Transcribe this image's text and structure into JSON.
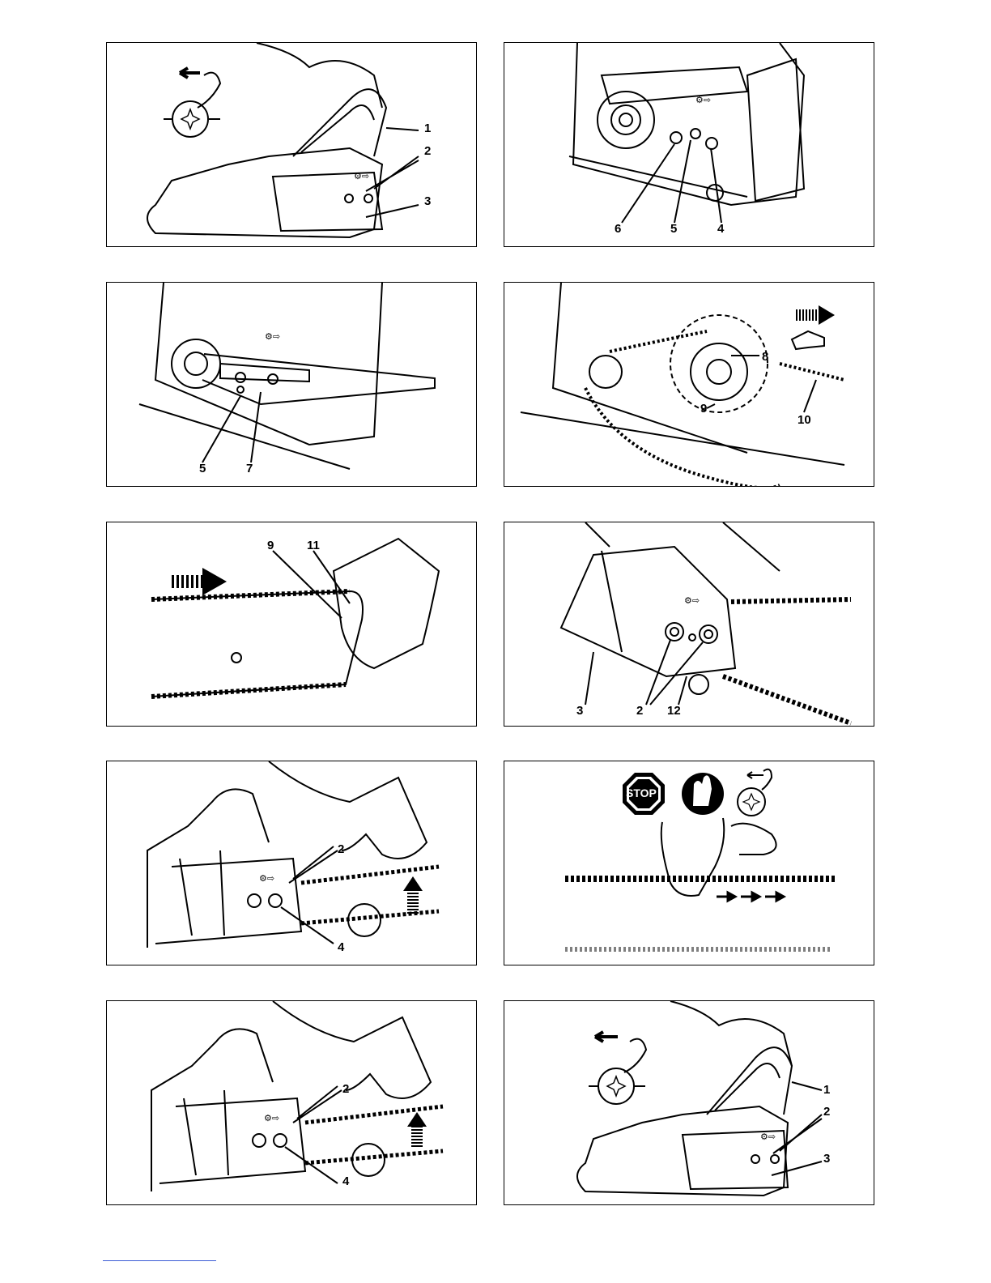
{
  "panels": [
    {
      "id": "p1",
      "callouts": [
        "1",
        "2",
        "3"
      ],
      "label_symbol": "⚙⇨"
    },
    {
      "id": "p2",
      "callouts": [
        "6",
        "5",
        "4"
      ],
      "label_symbol": "⚙⇨"
    },
    {
      "id": "p3",
      "callouts": [
        "5",
        "7"
      ],
      "label_symbol": "⚙⇨"
    },
    {
      "id": "p4",
      "callouts": [
        "8",
        "9",
        "10"
      ]
    },
    {
      "id": "p5",
      "callouts": [
        "9",
        "11"
      ]
    },
    {
      "id": "p6",
      "callouts": [
        "3",
        "2",
        "12"
      ],
      "label_symbol": "⚙⇨"
    },
    {
      "id": "p7",
      "callouts": [
        "2",
        "4"
      ],
      "label_symbol": "⚙⇨"
    },
    {
      "id": "p8",
      "stop_sign": "STOP"
    },
    {
      "id": "p9",
      "callouts": [
        "2",
        "4"
      ],
      "label_symbol": "⚙⇨"
    },
    {
      "id": "p10",
      "callouts": [
        "1",
        "2",
        "3"
      ],
      "label_symbol": "⚙⇨"
    }
  ],
  "colors": {
    "line": "#000000",
    "background": "#ffffff",
    "rule": "#3b5bd6"
  }
}
